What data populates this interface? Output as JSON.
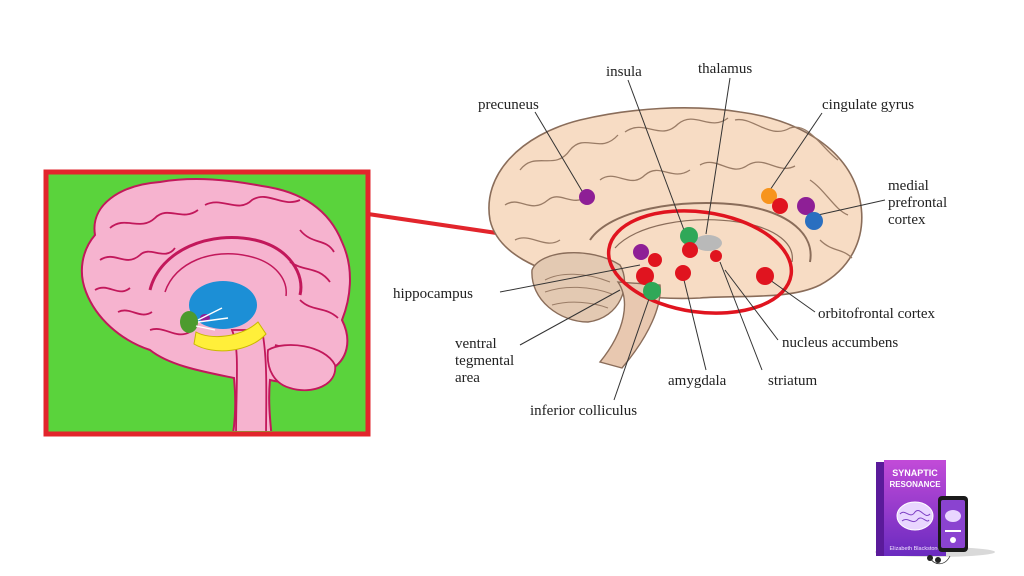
{
  "diagram": {
    "labels": {
      "insula": "insula",
      "thalamus": "thalamus",
      "precuneus": "precuneus",
      "cingulate_gyrus": "cingulate gyrus",
      "medial_prefrontal_1": "medial",
      "medial_prefrontal_2": "prefrontal",
      "medial_prefrontal_3": "cortex",
      "hippocampus": "hippocampus",
      "orbitofrontal_cortex": "orbitofrontal cortex",
      "ventral_tegmental_1": "ventral",
      "ventral_tegmental_2": "tegmental",
      "ventral_tegmental_3": "area",
      "nucleus_accumbens": "nucleus accumbens",
      "amygdala": "amygdala",
      "striatum": "striatum",
      "inferior_colliculus": "inferior colliculus"
    },
    "colors": {
      "inset_background": "#5ad33c",
      "inset_border": "#e2252c",
      "highlight_red": "#e0141f",
      "region_purple": "#8e1f96",
      "region_green": "#2fa858",
      "region_orange": "#f7941d",
      "region_blue": "#2a6fc0",
      "brain_tan": "#f7dcc4",
      "inset_brain_pink": "#f6b3cf"
    }
  },
  "book": {
    "title_line1": "SYNAPTIC",
    "title_line2": "RESONANCE",
    "author": "Elizabeth Blackstone",
    "icons": [
      "book-cover-brain-icon",
      "phone-brain-icon",
      "earbuds-icon"
    ]
  }
}
